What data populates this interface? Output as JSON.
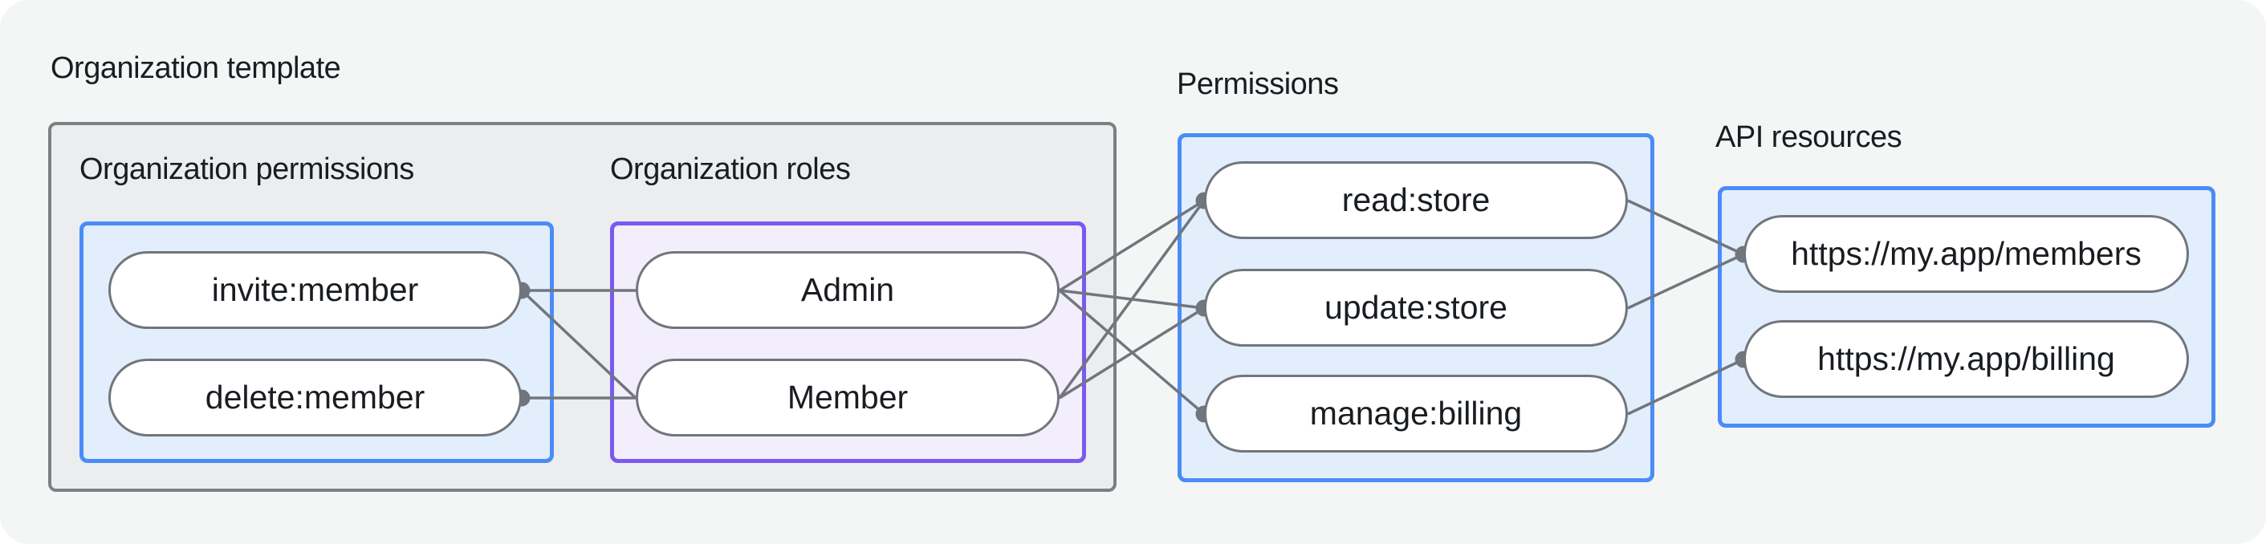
{
  "colors": {
    "bg": "#f4f6f6",
    "text": "#191d21",
    "gray_fill": "#ebedee",
    "gray_border": "#7b8084",
    "blue_fill": "#e2eefc",
    "blue_border": "#4a8cf8",
    "purple_fill": "#f3eefc",
    "purple_border": "#7a58f1",
    "pill_border": "#71767c",
    "line": "#71767c"
  },
  "groups": {
    "organization_template": {
      "label": "Organization template"
    },
    "organization_permissions": {
      "label": "Organization permissions",
      "items": [
        "invite:member",
        "delete:member"
      ]
    },
    "organization_roles": {
      "label": "Organization roles",
      "items": [
        "Admin",
        "Member"
      ]
    },
    "permissions": {
      "label": "Permissions",
      "items": [
        "read:store",
        "update:store",
        "manage:billing"
      ]
    },
    "api_resources": {
      "label": "API resources",
      "items": [
        "https://my.app/members",
        "https://my.app/billing"
      ]
    }
  },
  "edges": [
    {
      "from": "invite:member",
      "to": "Admin"
    },
    {
      "from": "invite:member",
      "to": "Member"
    },
    {
      "from": "delete:member",
      "to": "Member"
    },
    {
      "from": "Admin",
      "to": "read:store"
    },
    {
      "from": "Admin",
      "to": "update:store"
    },
    {
      "from": "Admin",
      "to": "manage:billing"
    },
    {
      "from": "Member",
      "to": "read:store"
    },
    {
      "from": "Member",
      "to": "update:store"
    },
    {
      "from": "read:store",
      "to": "https://my.app/members"
    },
    {
      "from": "update:store",
      "to": "https://my.app/members"
    },
    {
      "from": "manage:billing",
      "to": "https://my.app/billing"
    }
  ]
}
